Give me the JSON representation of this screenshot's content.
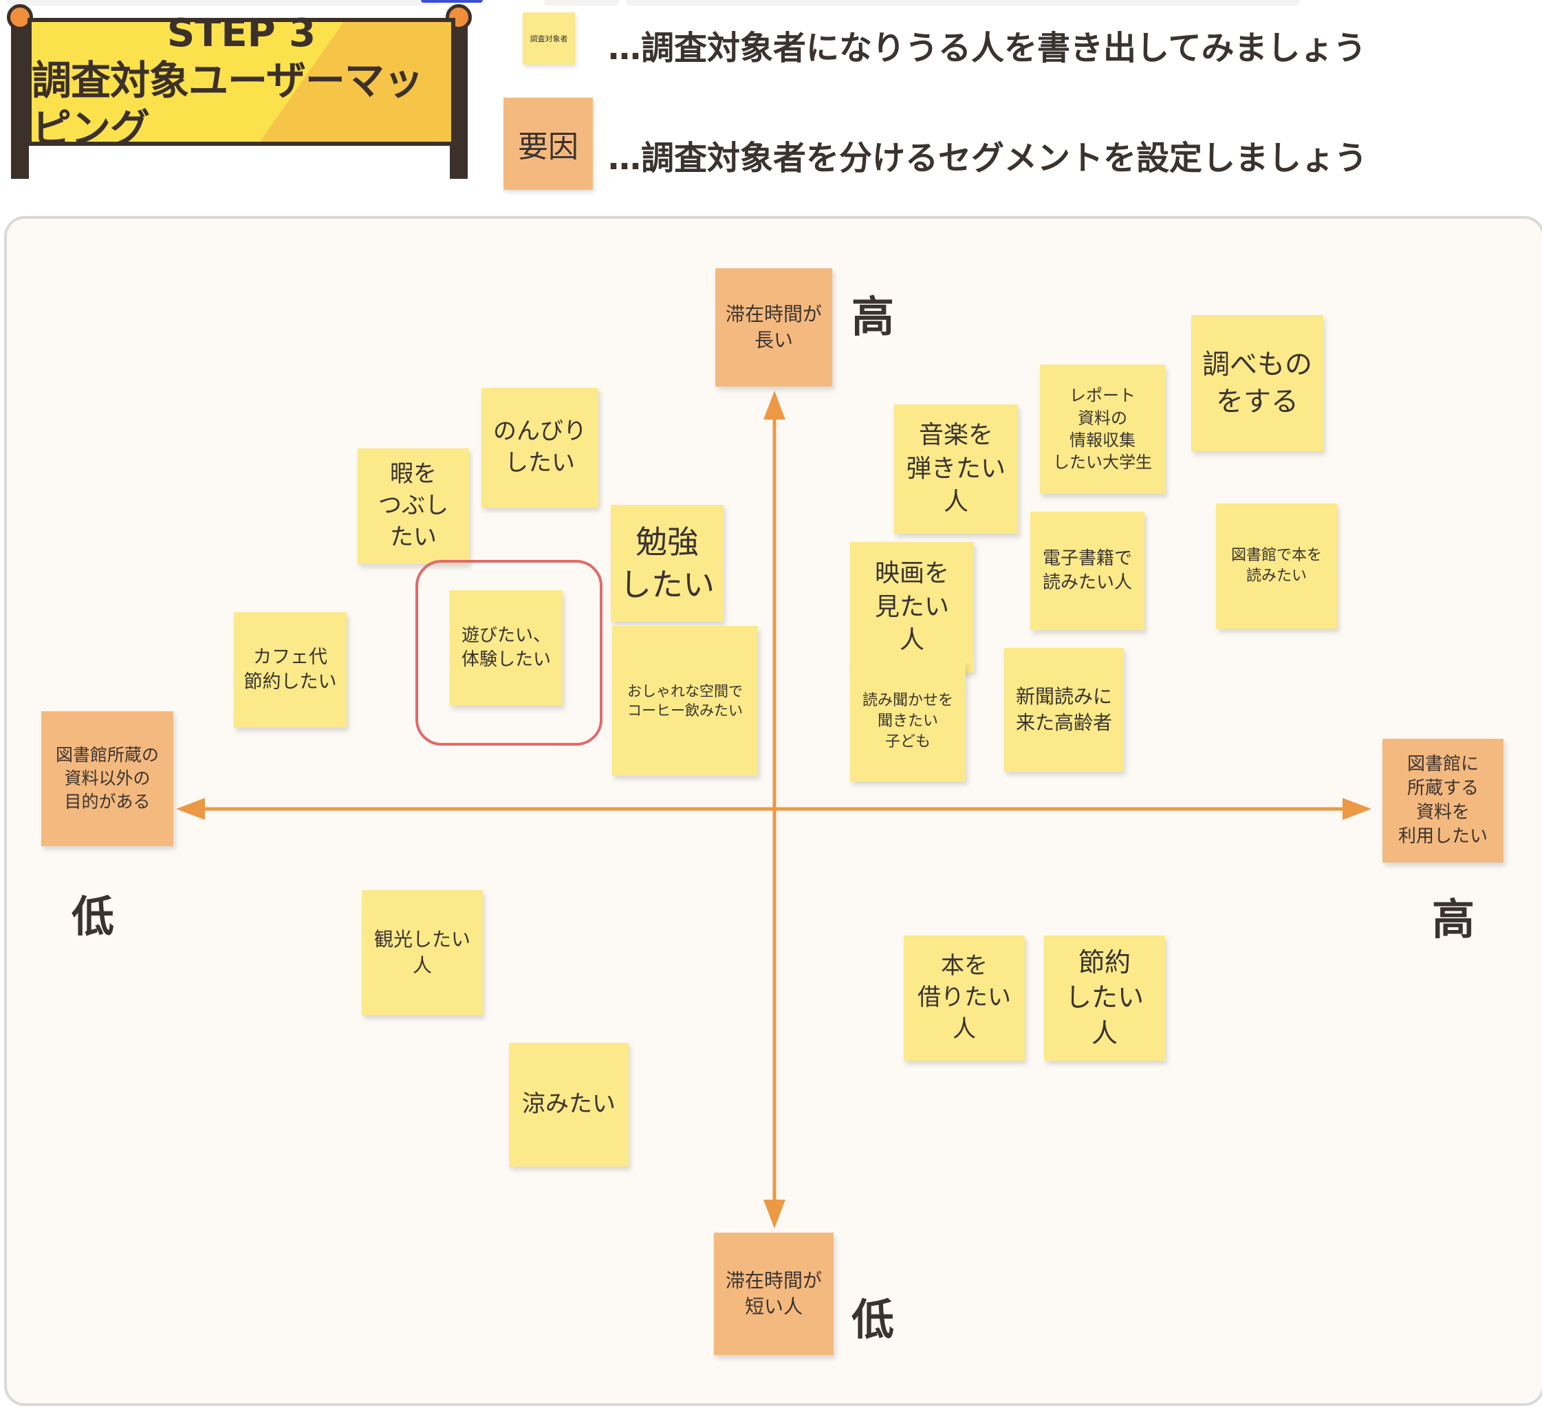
{
  "header": {
    "step_line1": "STEP 3",
    "step_line2": "調査対象ユーザーマッピング"
  },
  "legend": {
    "yellow_note_label": "調査対象者",
    "yellow_desc": "…調査対象者になりうる人を書き出してみましょう",
    "orange_note_label": "要因",
    "orange_desc": "…調査対象者を分けるセグメントを設定しましょう"
  },
  "colors": {
    "sticky_yellow": "#fbe98a",
    "sticky_orange": "#f4b97f",
    "axis": "#ec9845",
    "highlight": "#e06a6a"
  },
  "axes": {
    "top_factor": "滞在時間が\n長い",
    "top_label": "高",
    "bottom_factor": "滞在時間が\n短い人",
    "bottom_label": "低",
    "left_factor": "図書館所蔵の\n資料以外の\n目的がある",
    "left_label": "低",
    "right_factor": "図書館に\n所蔵する\n資料を\n利用したい",
    "right_label": "高"
  },
  "notes": {
    "n01": "のんびり\nしたい",
    "n02": "暇を\nつぶし\nたい",
    "n03": "勉強\nしたい",
    "n04": "遊びたい、\n体験したい",
    "n05": "カフェ代\n節約したい",
    "n06": "おしゃれな空間で\nコーヒー飲みたい",
    "n07": "音楽を\n弾きたい\n人",
    "n08": "レポート\n資料の\n情報収集\nしたい大学生",
    "n09": "調べもの\nをする",
    "n10": "映画を\n見たい\n人",
    "n11": "電子書籍で\n読みたい人",
    "n12": "図書館で本を\n読みたい",
    "n13": "読み聞かせを\n聞きたい\n子ども",
    "n14": "新聞読みに\n来た高齢者",
    "n15": "観光したい\n人",
    "n16": "涼みたい",
    "n17": "本を\n借りたい\n人",
    "n18": "節約\nしたい\n人"
  }
}
